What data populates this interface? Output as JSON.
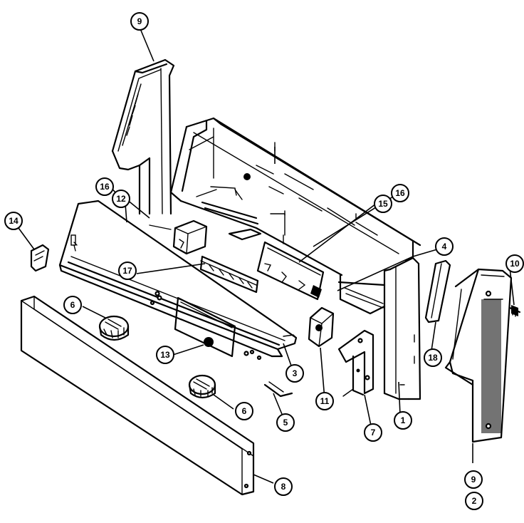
{
  "diagram": {
    "callouts": [
      {
        "id": "c9-top",
        "label": "9"
      },
      {
        "id": "c16-left",
        "label": "16"
      },
      {
        "id": "c12",
        "label": "12"
      },
      {
        "id": "c14",
        "label": "14"
      },
      {
        "id": "c15",
        "label": "15"
      },
      {
        "id": "c16-right",
        "label": "16"
      },
      {
        "id": "c4",
        "label": "4"
      },
      {
        "id": "c10",
        "label": "10"
      },
      {
        "id": "c17",
        "label": "17"
      },
      {
        "id": "c6-top",
        "label": "6"
      },
      {
        "id": "c13",
        "label": "13"
      },
      {
        "id": "c3",
        "label": "3"
      },
      {
        "id": "c18",
        "label": "18"
      },
      {
        "id": "c11",
        "label": "11"
      },
      {
        "id": "c5",
        "label": "5"
      },
      {
        "id": "c6-bottom",
        "label": "6"
      },
      {
        "id": "c7",
        "label": "7"
      },
      {
        "id": "c1",
        "label": "1"
      },
      {
        "id": "c8",
        "label": "8"
      },
      {
        "id": "c9-bottom",
        "label": "9"
      },
      {
        "id": "c2",
        "label": "2"
      }
    ]
  }
}
